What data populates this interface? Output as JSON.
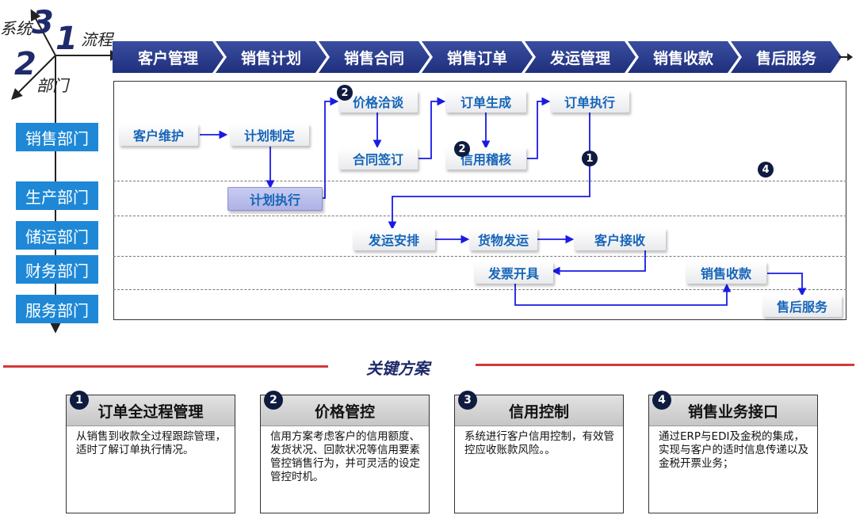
{
  "axes": {
    "system_label": "系统",
    "flow_label": "流程",
    "dept_label": "部门",
    "num_1": "1",
    "num_2": "2",
    "num_3": "3"
  },
  "stages": [
    "客户管理",
    "销售计划",
    "销售合同",
    "销售订单",
    "发运管理",
    "销售收款",
    "售后服务"
  ],
  "departments": [
    "销售部门",
    "生产部门",
    "储运部门",
    "财务部门",
    "服务部门"
  ],
  "process": {
    "customer_maintenance": "客户维护",
    "plan_formulation": "计划制定",
    "plan_execution": "计划执行",
    "price_negotiation": "价格洽谈",
    "contract_signing": "合同签订",
    "order_generation": "订单生成",
    "credit_review": "信用稽核",
    "order_execution": "订单执行",
    "shipping_arrangement": "发运安排",
    "goods_shipping": "货物发运",
    "customer_receipt": "客户接收",
    "invoice_issuing": "发票开具",
    "sales_collection": "销售收款",
    "after_sales": "售后服务"
  },
  "badges": {
    "price": "2",
    "credit": "2",
    "order": "1",
    "interface": "4"
  },
  "key_title": "关键方案",
  "cards": [
    {
      "num": "1",
      "title": "订单全过程管理",
      "body": "从销售到收款全过程跟踪管理，适时了解订单执行情况。"
    },
    {
      "num": "2",
      "title": "价格管控",
      "body": "信用方案考虑客户的信用额度、发货状况、回款状况等信用要素管控销售行为，并可灵活的设定管控时机。"
    },
    {
      "num": "3",
      "title": "信用控制",
      "body": "系统进行客户信用控制，有效管控应收账款风险。。"
    },
    {
      "num": "4",
      "title": "销售业务接口",
      "body": "通过ERP与EDI及金税的集成，实现与客户的适时信息传递以及金税开票业务；"
    }
  ],
  "colors": {
    "chevron": "#2a3c8f",
    "dept": "#1e88d6",
    "box_text": "#1565b8",
    "arrow": "#1a1ae6",
    "accent_red": "#d23a3a"
  }
}
